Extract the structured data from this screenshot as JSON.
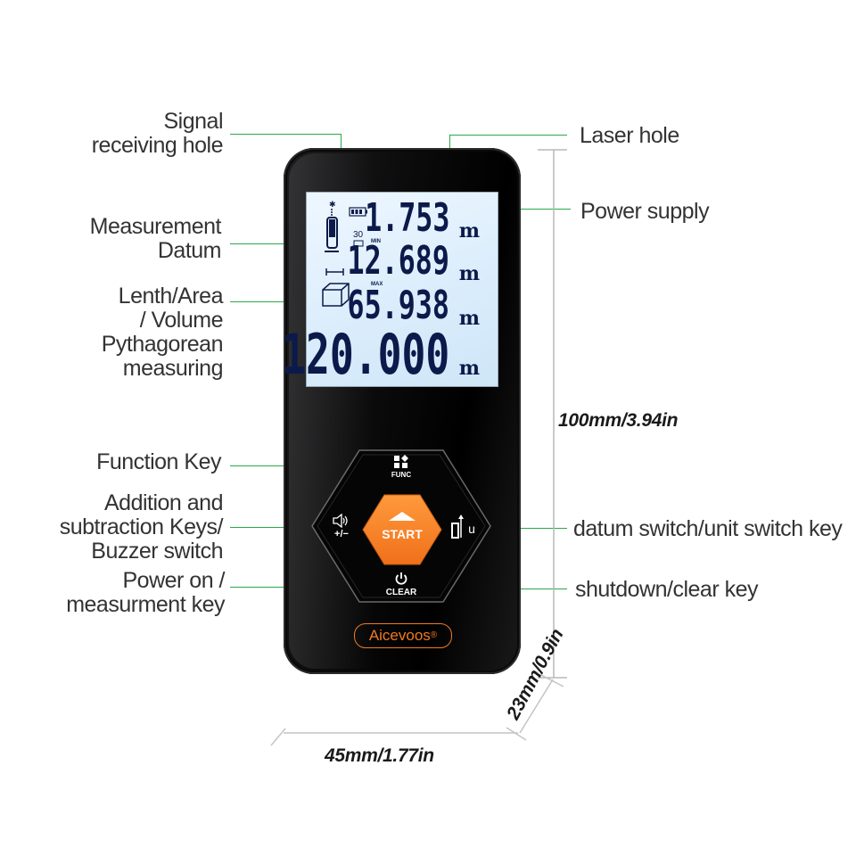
{
  "callouts": {
    "signal_line1": "Signal",
    "signal_line2": "receiving hole",
    "datum_line1": "Measurement",
    "datum_line2": "Datum",
    "mode_line1": "Lenth/Area",
    "mode_line2": "/ Volume",
    "mode_line3": "Pythagorean",
    "mode_line4": "measuring",
    "function_key": "Function Key",
    "addsub_line1": "Addition and",
    "addsub_line2": "subtraction  Keys/",
    "addsub_line3": "Buzzer switch",
    "power_line1": "Power on /",
    "power_line2": "measurment key",
    "laser_hole": "Laser hole",
    "power_supply": "Power supply",
    "datum_switch": "datum switch/unit switch key",
    "shutdown": "shutdown/clear key"
  },
  "display": {
    "row1": "1.753",
    "row2": "12.689",
    "row3": "65.938",
    "row4": "120.000",
    "unit": "m",
    "min_tag": "MIN",
    "max_tag": "MAX",
    "timer_value": "30"
  },
  "keys": {
    "func": "FUNC",
    "start": "START",
    "clear": "CLEAR",
    "plus_minus": "+/−",
    "unit_letter": "u"
  },
  "brand": "Aicevoos",
  "brand_mark": "®",
  "dimensions": {
    "height": "100mm/3.94in",
    "width": "45mm/1.77in",
    "depth": "23mm/0.9in"
  },
  "colors": {
    "accent_orange": "#f07a20",
    "leader_green": "#2aa84a",
    "lcd_background": "#d9ecfb"
  },
  "icons": [
    "speaker-icon",
    "power-icon",
    "func-grid-icon",
    "up-triangle-icon",
    "unit-switch-icon",
    "battery-icon",
    "box-volume-icon",
    "ruler-length-icon",
    "datum-device-icon"
  ]
}
